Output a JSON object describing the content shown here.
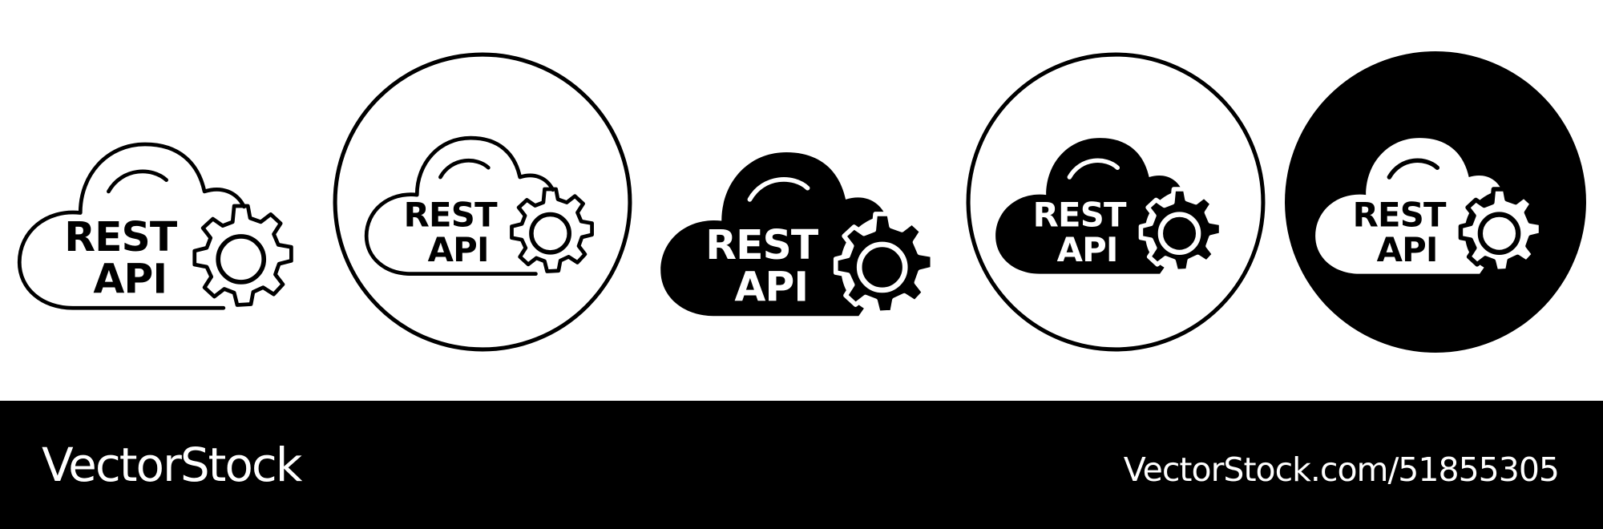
{
  "icon_text": {
    "line1": "REST",
    "line2": "API"
  },
  "icons": [
    {
      "name": "rest-api-outline-icon",
      "variant": "outline"
    },
    {
      "name": "rest-api-outline-circle-icon",
      "variant": "outline-in-ring"
    },
    {
      "name": "rest-api-solid-icon",
      "variant": "solid"
    },
    {
      "name": "rest-api-solid-ring-icon",
      "variant": "solid-in-ring"
    },
    {
      "name": "rest-api-inverted-circle-icon",
      "variant": "inverted-in-disc"
    }
  ],
  "footer": {
    "brand": "VectorStock",
    "url": "VectorStock.com/51855305"
  },
  "colors": {
    "ink": "#000000",
    "paper": "#ffffff"
  }
}
